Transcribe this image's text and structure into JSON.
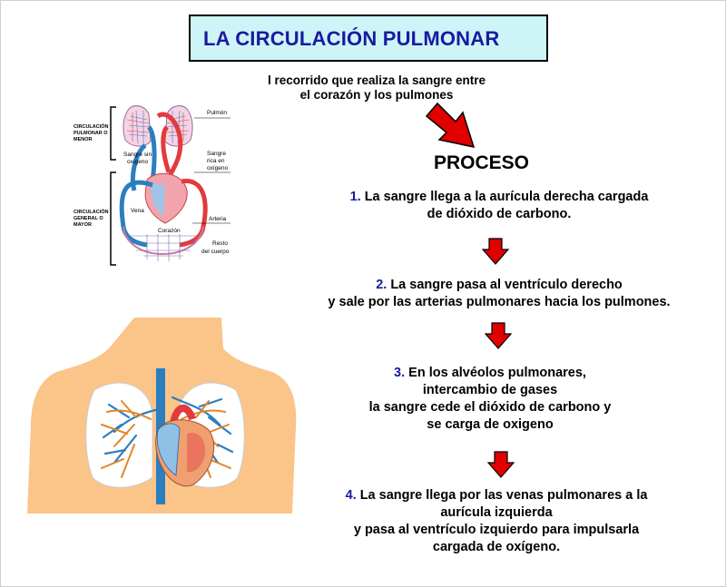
{
  "title": "LA CIRCULACIÓN PULMONAR",
  "subtitle_line1": "l recorrido que realiza la sangre entre",
  "subtitle_line2": "el corazón y los pulmones",
  "process_heading": "PROCESO",
  "steps": [
    {
      "number": "1.",
      "lines": [
        "La sangre llega a la aurícula derecha cargada",
        "de dióxido de carbono."
      ]
    },
    {
      "number": "2.",
      "lines": [
        "La sangre pasa al ventrículo derecho",
        "y sale por las arterias pulmonares hacia los pulmones."
      ]
    },
    {
      "number": "3.",
      "lines": [
        "En los alvéolos pulmonares,",
        "intercambio de gases",
        "la sangre cede el dióxido de carbono y",
        "se carga de oxigeno"
      ]
    },
    {
      "number": "4.",
      "lines": [
        "La sangre llega por las venas pulmonares a la",
        "aurícula izquierda",
        "y pasa al ventrículo izquierdo para impulsarla",
        "cargada de oxígeno."
      ]
    }
  ],
  "diagram_labels": {
    "minor_1": "CIRCULACIÓN",
    "minor_2": "PULMONAR O",
    "minor_3": "MENOR",
    "major_1": "CIRCULACIÓN",
    "major_2": "GENERAL O",
    "major_3": "MAYOR",
    "pulmon": "Pulmón",
    "sin_oxigeno_1": "Sangre sin",
    "sin_oxigeno_2": "oxígeno",
    "rica_1": "Sangre",
    "rica_2": "rica en",
    "rica_3": "oxígeno",
    "vena": "Vena",
    "corazon": "Corazón",
    "arteria": "Arteria",
    "resto_1": "Resto",
    "resto_2": "del cuerpo"
  },
  "colors": {
    "title_text": "#1a1aa0",
    "title_bg": "#cdf5f7",
    "arrow": "#e00000",
    "skin": "#fbc488",
    "artery": "#e23b3b",
    "vein": "#2a7fc0"
  }
}
